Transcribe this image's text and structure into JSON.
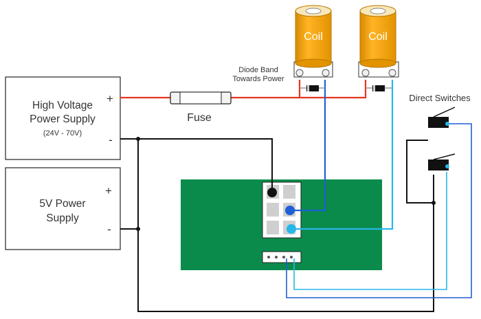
{
  "hv_supply": {
    "line1": "High Voltage",
    "line2": "Power Supply",
    "range": "(24V - 70V)",
    "plus": "+",
    "minus": "-"
  },
  "lv_supply": {
    "line1": "5V Power",
    "line2": "Supply",
    "plus": "+",
    "minus": "-"
  },
  "fuse": {
    "label": "Fuse"
  },
  "coils": [
    {
      "label": "Coil"
    },
    {
      "label": "Coil"
    }
  ],
  "diode_note": {
    "line1": "Diode Band",
    "line2": "Towards Power"
  },
  "switches": {
    "label": "Direct Switches"
  },
  "colors": {
    "red_wire": "#e8331c",
    "black_wire": "#111111",
    "blue_wire": "#1f5fd6",
    "light_blue_wire": "#27b7ea",
    "board": "#0a8b4b",
    "coil_orange": "#f4a300"
  }
}
